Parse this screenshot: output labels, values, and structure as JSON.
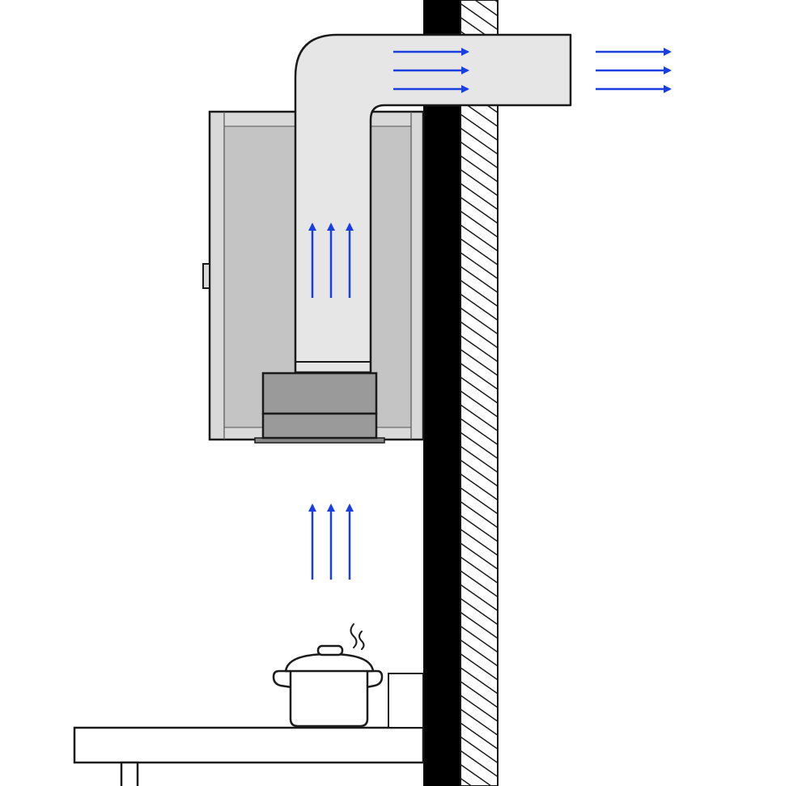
{
  "diagram": {
    "colors": {
      "outline": "#1a1a1a",
      "wall": "#000000",
      "duct_fill": "#e6e6e6",
      "hood_frame": "#d9d9d9",
      "hood_inner": "#c4c4c4",
      "motor": "#9a9a9a",
      "airflow_arrow": "#1a3fe0",
      "background": "#ffffff"
    },
    "icons": {
      "pot": "cooking-pot-icon",
      "steam": "steam-icon",
      "arrow": "arrow-icon"
    },
    "airflow_groups": [
      {
        "id": "intake-arrows",
        "direction": "up",
        "count": 3
      },
      {
        "id": "duct-rising-arrows",
        "direction": "up",
        "count": 3
      },
      {
        "id": "duct-horizontal-arrows",
        "direction": "right",
        "count": 3
      },
      {
        "id": "exhaust-arrows",
        "direction": "right",
        "count": 3
      }
    ]
  }
}
